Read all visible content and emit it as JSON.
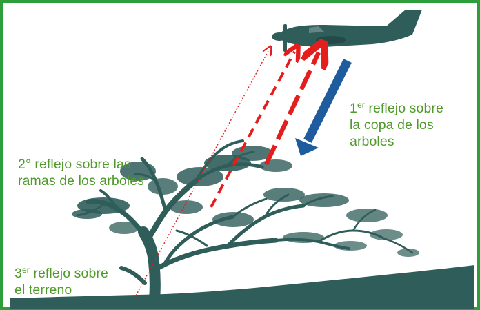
{
  "labels": {
    "first": {
      "num": "1",
      "sup": "er",
      "line1_rest": " reflejo sobre",
      "line2": "la copa de los",
      "line3": "arboles"
    },
    "second": {
      "line1": "2° reflejo sobre las",
      "line2": "ramas de los arboles"
    },
    "third": {
      "num": "3",
      "sup": "er",
      "line1_rest": " reflejo sobre",
      "line2": "el terreno"
    }
  },
  "colors": {
    "border": "#2e9e3a",
    "label_text": "#4f9a2a",
    "silhouette": "#2f5d5a",
    "return_arrows": "#e41d1d",
    "emitted_pulse": "#1f5c9e"
  },
  "icons": [
    "airplane-icon",
    "tree-silhouette",
    "ground-silhouette"
  ]
}
